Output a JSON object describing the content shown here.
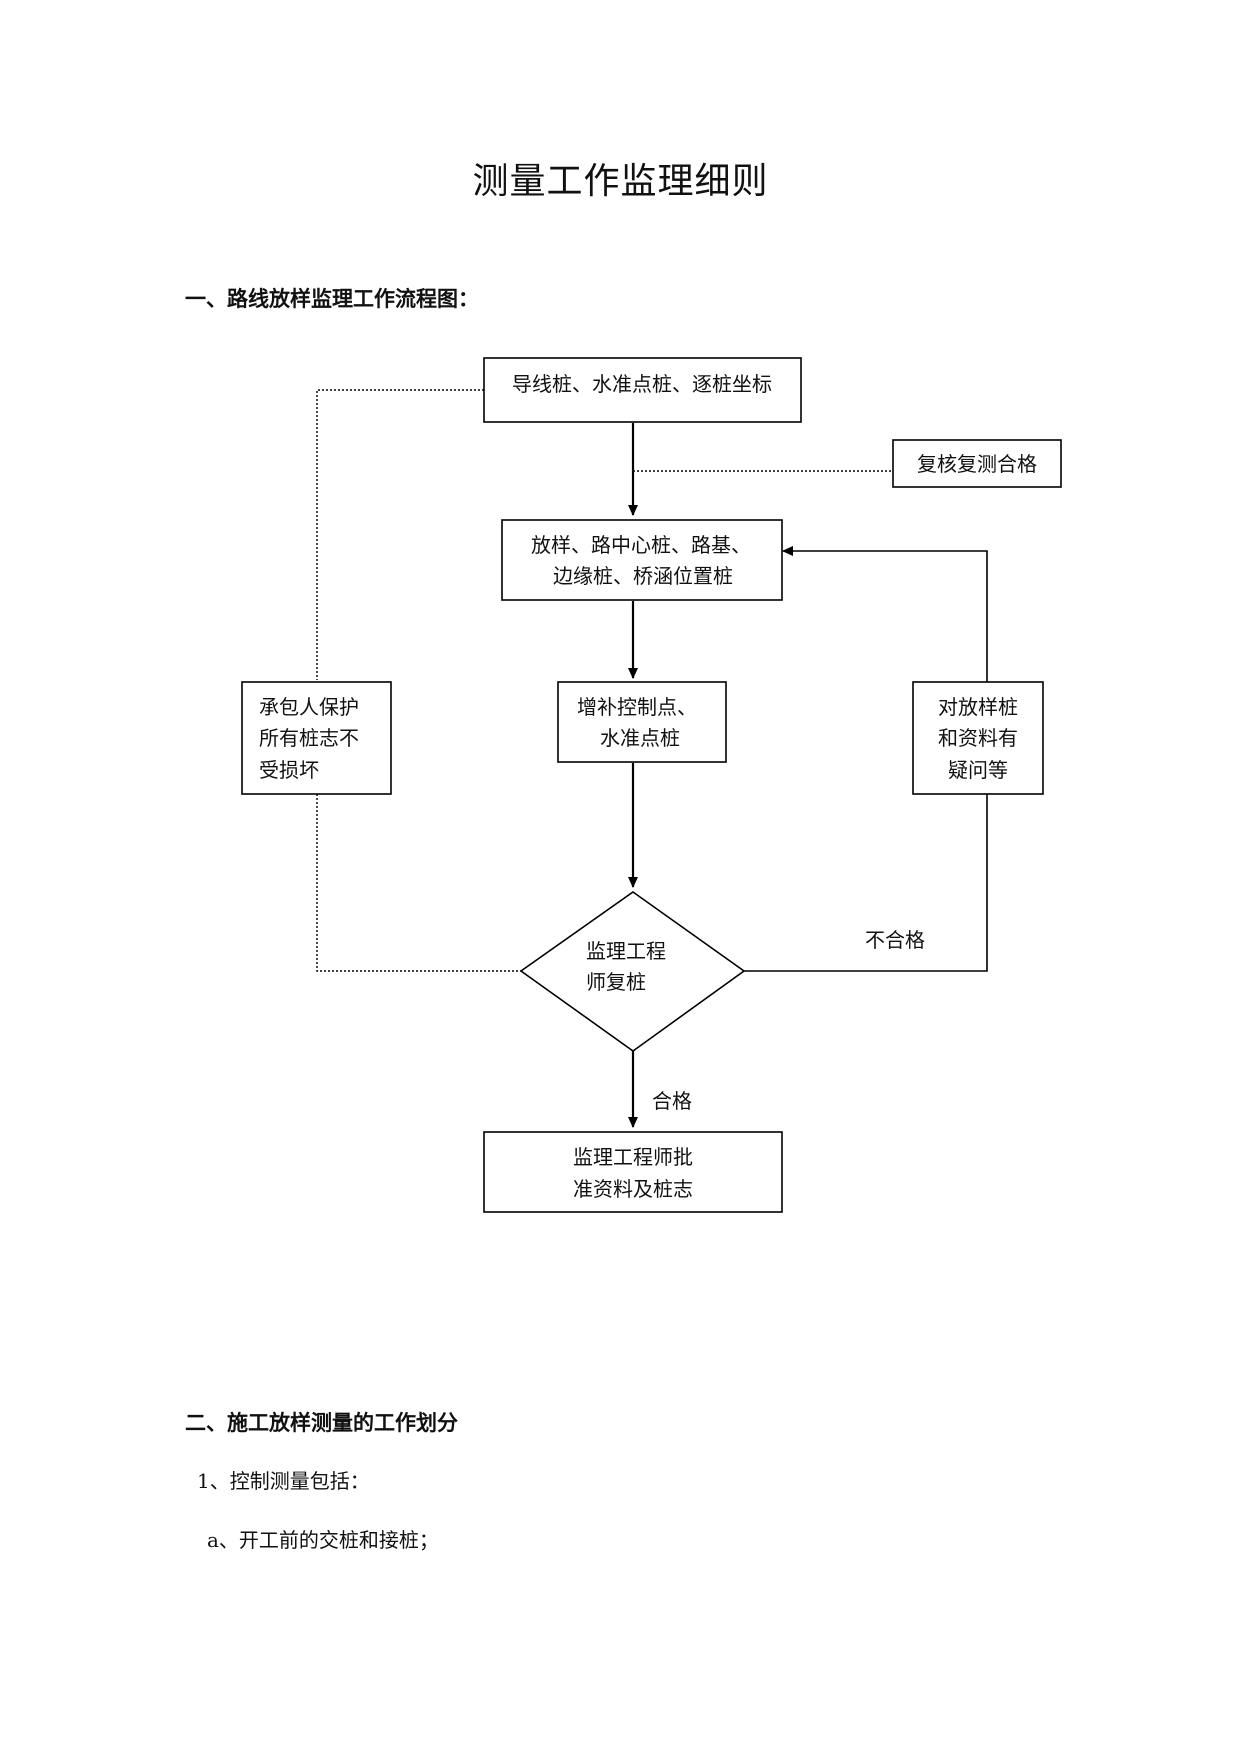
{
  "document": {
    "title": "测量工作监理细则",
    "section1": {
      "heading": "一、路线放样监理工作流程图："
    },
    "section2": {
      "heading": "二、施工放样测量的工作划分",
      "item1": "1、控制测量包括：",
      "item1a": "a、开工前的交桩和接桩；"
    }
  },
  "flowchart": {
    "nodes": {
      "start": {
        "lines": [
          "导线桩、水准点桩、逐桩坐标"
        ]
      },
      "recheck": {
        "lines": [
          "复核复测合格"
        ]
      },
      "stakeout": {
        "lines": [
          "放样、路中心桩、路基、",
          "边缘桩、桥涵位置桩"
        ]
      },
      "addctrl": {
        "lines": [
          "增补控制点、",
          "水准点桩"
        ]
      },
      "protect": {
        "lines": [
          "承包人保护",
          "所有桩志不",
          "受损坏"
        ]
      },
      "doubt": {
        "lines": [
          "对放样桩",
          "和资料有",
          "疑问等"
        ]
      },
      "review": {
        "lines": [
          "监理工程",
          "师复桩"
        ]
      },
      "approve": {
        "lines": [
          "监理工程师批",
          "准资料及桩志"
        ]
      }
    },
    "edge_labels": {
      "fail": "不合格",
      "pass": "合格"
    }
  }
}
